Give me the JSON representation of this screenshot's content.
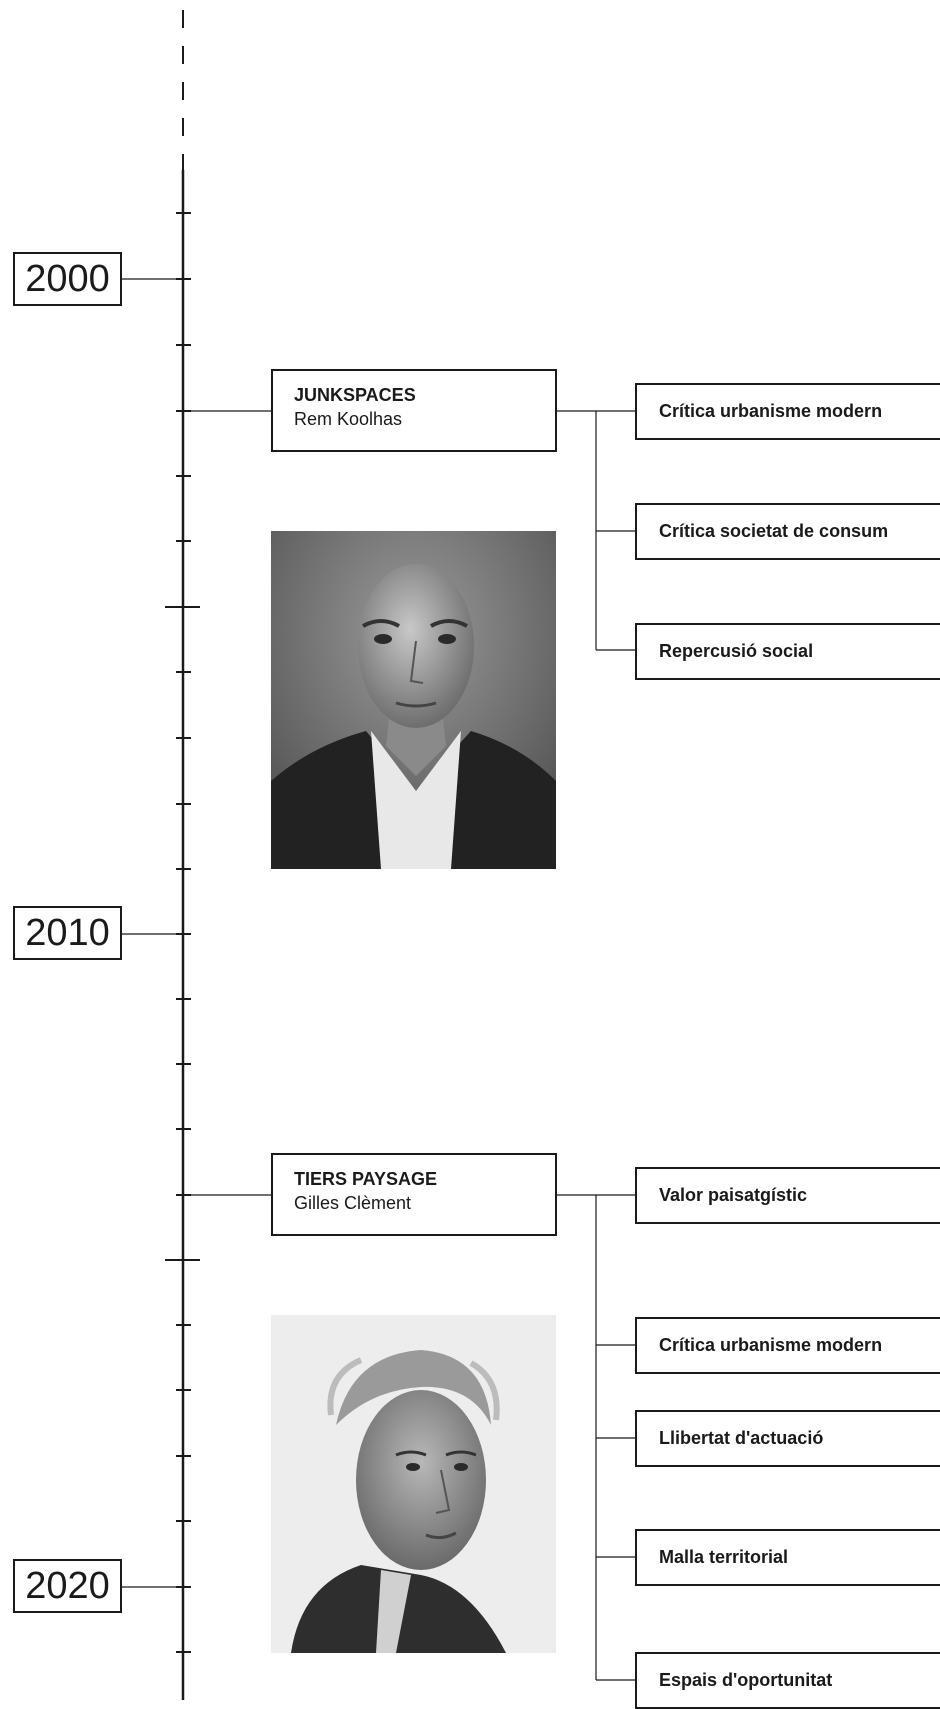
{
  "years": [
    "2000",
    "2010",
    "2020"
  ],
  "entries": [
    {
      "title": "JUNKSPACES",
      "author": "Rem Koolhas",
      "concepts": [
        "Crítica urbanisme modern",
        "Crítica societat de consum",
        "Repercusió social"
      ]
    },
    {
      "title": "TIERS PAYSAGE",
      "author": "Gilles Clèment",
      "concepts": [
        "Valor paisatgístic",
        "Crítica urbanisme modern",
        "Llibertat d'actuació",
        "Malla territorial",
        "Espais d'oportunitat"
      ]
    }
  ]
}
